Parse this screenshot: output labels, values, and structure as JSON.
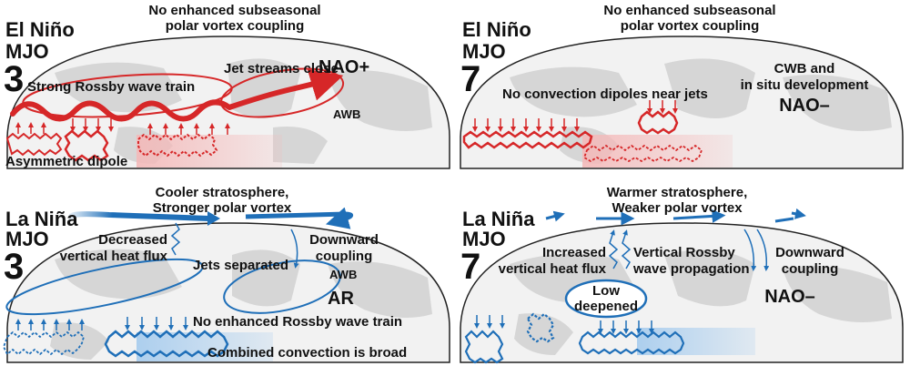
{
  "colors": {
    "red": "#d62728",
    "blue": "#1f6fb8",
    "land": "#d7d7d7",
    "ocean": "#f2f2f2",
    "pink": "#f6c4c4",
    "lightblue": "#bcd8f0"
  },
  "panels": {
    "tl": {
      "phase": "El Niño",
      "mjo": "MJO",
      "num": "3",
      "header1": "No enhanced subseasonal",
      "header2": "polar vortex coupling",
      "labels": {
        "rossby": "Strong Rossby wave train",
        "jets": "Jet streams close",
        "nao": "NAO+",
        "awb": "AWB",
        "dipole": "Asymmetric dipole"
      }
    },
    "tr": {
      "phase": "El Niño",
      "mjo": "MJO",
      "num": "7",
      "header1": "No enhanced subseasonal",
      "header2": "polar vortex coupling",
      "labels": {
        "cwb1": "CWB and",
        "cwb2": "in situ development",
        "nao": "NAO–",
        "noconv": "No convection dipoles near jets"
      }
    },
    "bl": {
      "phase": "La Niña",
      "mjo": "MJO",
      "num": "3",
      "header1": "Cooler stratosphere,",
      "header2": "Stronger polar vortex",
      "labels": {
        "dec1": "Decreased",
        "dec2": "vertical heat flux",
        "down1": "Downward",
        "down2": "coupling",
        "jets": "Jets separated",
        "awb": "AWB",
        "ar": "AR",
        "norossby": "No enhanced Rossby wave train",
        "combined": "Combined convection is broad"
      }
    },
    "br": {
      "phase": "La Niña",
      "mjo": "MJO",
      "num": "7",
      "header1": "Warmer stratosphere,",
      "header2": "Weaker polar vortex",
      "labels": {
        "inc1": "Increased",
        "inc2": "vertical heat flux",
        "vr1": "Vertical Rossby",
        "vr2": "wave propagation",
        "down1": "Downward",
        "down2": "coupling",
        "low1": "Low",
        "low2": "deepened",
        "nao": "NAO–"
      }
    }
  }
}
